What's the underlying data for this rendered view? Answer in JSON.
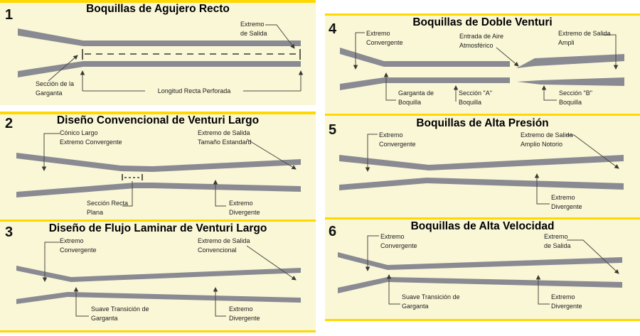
{
  "colors": {
    "panel_background": "#FAF7D7",
    "divider_yellow": "#FFD800",
    "nozzle_gray": "#8A8A92",
    "leader_line": "#4A4A40",
    "text": "#1b1b1b"
  },
  "panels": [
    {
      "id": "straight-bore",
      "number": "1",
      "title": "Boquillas de Agujero Recto",
      "labels": {
        "exit": "Extremo\nde Salida",
        "throat": "Sección de la\nGarganta",
        "length": "Longitud Recta Perforada"
      }
    },
    {
      "id": "conventional-long-venturi",
      "number": "2",
      "title": "Diseño Convencional de Venturi Largo",
      "labels": {
        "convergent": "Cónico Largo\nExtremo Convergente",
        "exit": "Extremo de Salida\nTamaño Estandard",
        "straight": "Sección Recta\nPlana",
        "divergent": "Extremo\nDivergente"
      }
    },
    {
      "id": "laminar-long-venturi",
      "number": "3",
      "title": "Diseño de Flujo Laminar de Venturi Largo",
      "labels": {
        "convergent": "Extremo\nConvergente",
        "exit": "Extremo de Salida\nConvencional",
        "throat": "Suave Transición de\nGarganta",
        "divergent": "Extremo\nDivergente"
      }
    },
    {
      "id": "double-venturi",
      "number": "4",
      "title": "Boquillas de Doble Venturi",
      "labels": {
        "convergent": "Extremo\nConvergente",
        "air_inlet": "Entrada de Aire\nAtmosférico",
        "exit": "Extremo de Salida\nAmpli",
        "throat": "Garganta de\nBoquilla",
        "section_a": "Sección \"A\"\nBoquilla",
        "section_b": "Sección \"B\"\nBoquilla"
      }
    },
    {
      "id": "high-pressure",
      "number": "5",
      "title": "Boquillas de Alta Presión",
      "labels": {
        "convergent": "Extremo\nConvergente",
        "exit": "Extremo de Salida\nAmplio Notorio",
        "divergent": "Extremo\nDivergente"
      }
    },
    {
      "id": "high-velocity",
      "number": "6",
      "title": "Boquillas de Alta Velocidad",
      "labels": {
        "convergent": "Extremo\nConvergente",
        "exit": "Extremo\nde Salida",
        "throat": "Suave Transición de\nGarganta",
        "divergent": "Extremo\nDivergente"
      }
    }
  ]
}
